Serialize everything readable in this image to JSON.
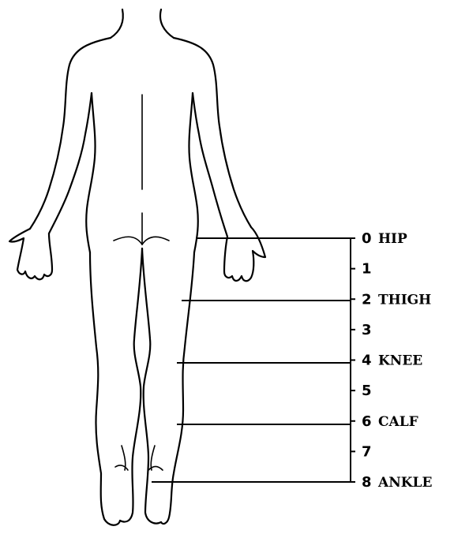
{
  "scale": {
    "markers": [
      {
        "number": "0",
        "label": "HIP"
      },
      {
        "number": "1",
        "label": ""
      },
      {
        "number": "2",
        "label": "THIGH"
      },
      {
        "number": "3",
        "label": ""
      },
      {
        "number": "4",
        "label": "KNEE"
      },
      {
        "number": "5",
        "label": ""
      },
      {
        "number": "6",
        "label": "CALF"
      },
      {
        "number": "7",
        "label": ""
      },
      {
        "number": "8",
        "label": "ANKLE"
      }
    ]
  },
  "colors": {
    "ink": "#000000",
    "paper": "#ffffff"
  }
}
